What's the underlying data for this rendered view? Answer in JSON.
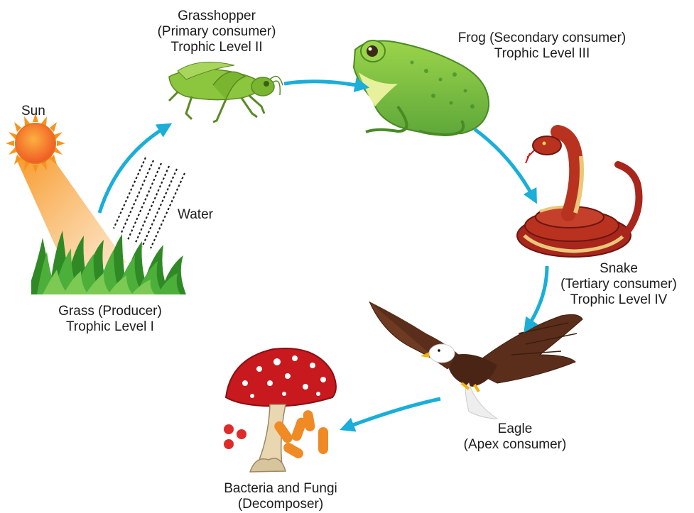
{
  "diagram": {
    "labels": {
      "sun": "Sun",
      "water": "Water",
      "grass": {
        "line1": "Grass (Producer)",
        "line2": "Trophic Level I"
      },
      "grasshopper": {
        "line1": "Grasshopper",
        "line2": "(Primary consumer)",
        "line3": "Trophic Level II"
      },
      "frog": {
        "line1": "Frog (Secondary consumer)",
        "line2": "Trophic Level III"
      },
      "snake": {
        "line1": "Snake",
        "line2": "(Tertiary consumer)",
        "line3": "Trophic Level IV"
      },
      "eagle": {
        "line1": "Eagle",
        "line2": "(Apex consumer)"
      },
      "decomposer": {
        "line1": "Bacteria and Fungi",
        "line2": "(Decomposer)"
      }
    },
    "flow": [
      "grass",
      "grasshopper",
      "frog",
      "snake",
      "eagle",
      "decomposer"
    ],
    "colors": {
      "arrow": "#1aaed8",
      "sun": "#f7941d",
      "grass": "#3d9b2e",
      "grasshopper": "#8cc63f",
      "frog": "#7dc242",
      "snake": "#a8261b",
      "eagle": "#5a2e1a",
      "mushroom_cap": "#c8191e",
      "bacteria": "#f08a24"
    }
  }
}
